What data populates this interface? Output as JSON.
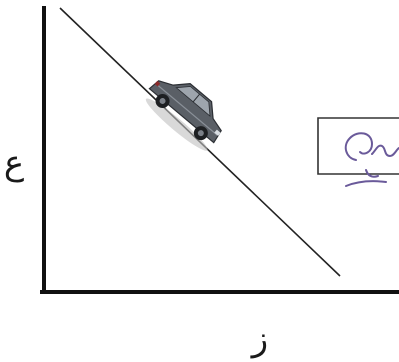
{
  "diagram": {
    "y_axis_label": "ع",
    "x_axis_label": "ز",
    "colors": {
      "axes": "#111111",
      "incline_line": "#222222",
      "box_border": "#333333",
      "handwriting": "#6a5a9a",
      "car_body": "#5a5f66",
      "car_dark": "#2b2e33",
      "car_window": "#9ea5ad"
    },
    "icons": {
      "vehicle": "car-icon",
      "handwritten_mark": "handwritten-scribble"
    }
  }
}
